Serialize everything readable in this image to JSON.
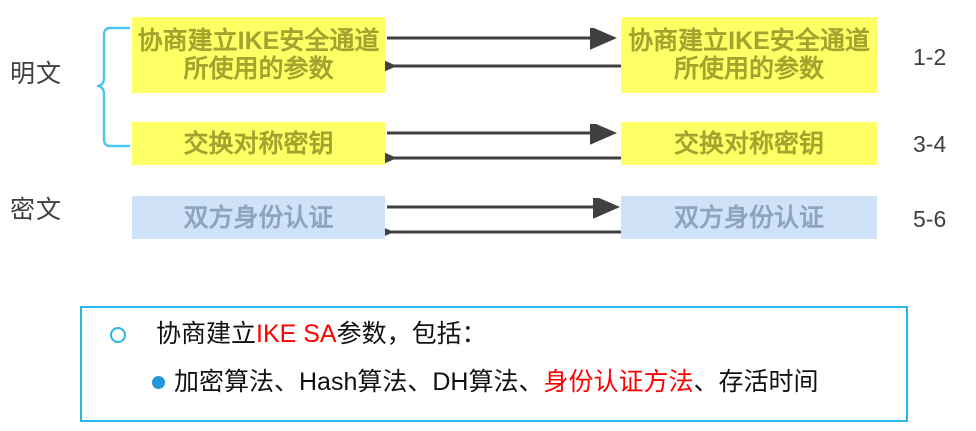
{
  "diagram": {
    "side_labels": {
      "plaintext": "明文",
      "ciphertext": "密文"
    },
    "rows": [
      {
        "step_label": "1-2",
        "left_box_text": "协商建立IKE安全通道所使用的参数",
        "right_box_text": "协商建立IKE安全通道所使用的参数",
        "box_style": "yellow",
        "arrow_top_direction": "right",
        "arrow_bottom_direction": "left"
      },
      {
        "step_label": "3-4",
        "left_box_text": "交换对称密钥",
        "right_box_text": "交换对称密钥",
        "box_style": "yellow",
        "arrow_top_direction": "right",
        "arrow_bottom_direction": "left"
      },
      {
        "step_label": "5-6",
        "left_box_text": "双方身份认证",
        "right_box_text": "双方身份认证",
        "box_style": "blue",
        "arrow_top_direction": "right",
        "arrow_bottom_direction": "left"
      }
    ]
  },
  "note_panel": {
    "line1": {
      "bullet": "hollow-circle-bullet",
      "prefix": "协商建立",
      "highlight": "IKE SA",
      "suffix": "参数，包括："
    },
    "line2": {
      "bullet": "solid-dot-bullet",
      "prefix": "加密算法、Hash算法、DH算法、",
      "highlight": "身份认证方法",
      "suffix": "、存活时间"
    }
  },
  "colors": {
    "yellow_box_bg": "#ffff66",
    "yellow_box_text": "#a3a32e",
    "blue_box_bg": "#cfe2f7",
    "blue_box_text": "#8ba4bf",
    "brace": "#4dc3f0",
    "panel_border": "#29b6e8",
    "arrow": "#404040",
    "highlight_red": "#ff0000",
    "label_text": "#3f3f3f"
  }
}
